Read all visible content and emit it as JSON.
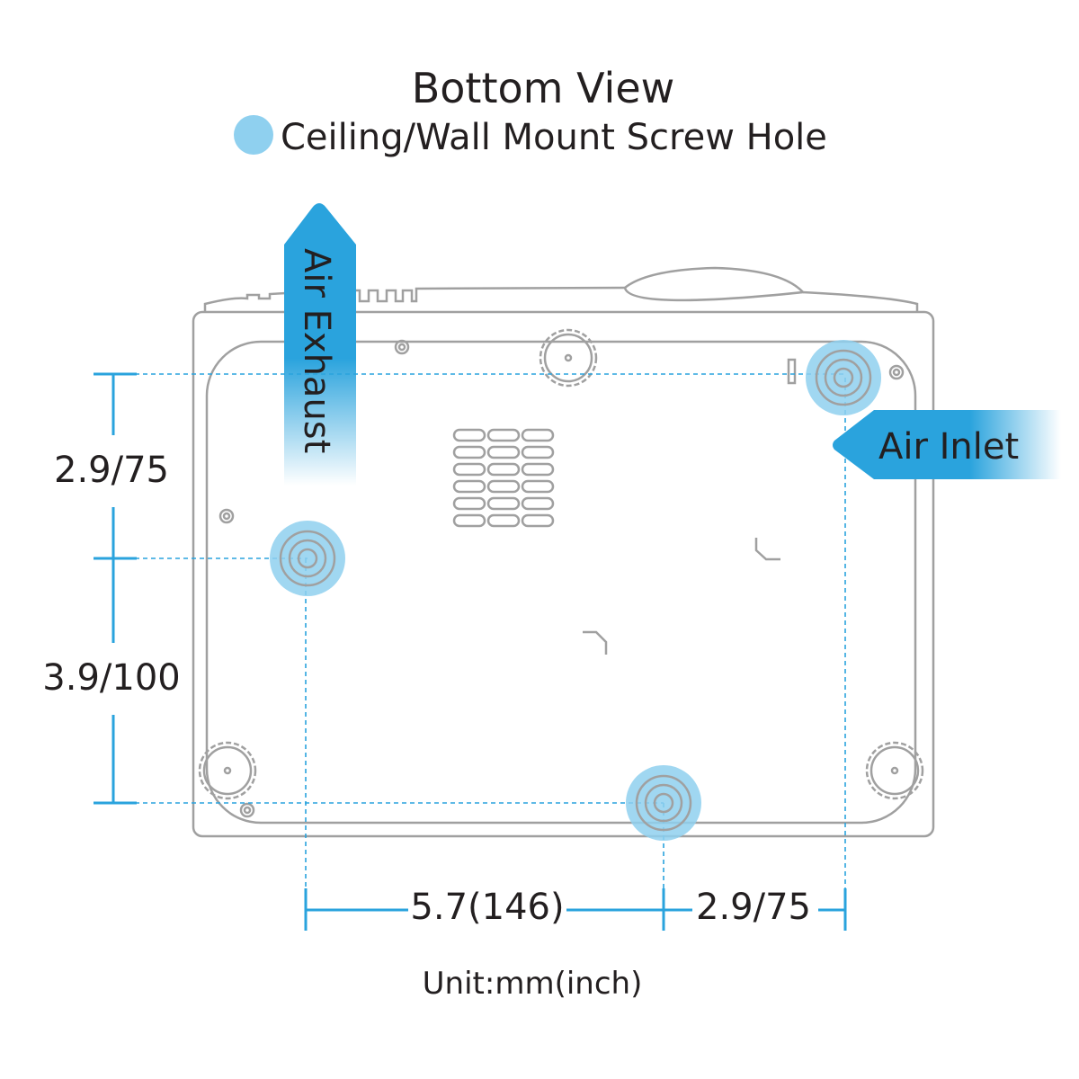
{
  "title": "Bottom View",
  "legend": {
    "label": "Ceiling/Wall Mount Screw Hole",
    "color": "#8fd0ef"
  },
  "labels": {
    "air_exhaust": "Air Exhaust",
    "air_inlet": "Air Inlet"
  },
  "dimensions": {
    "v_top": "2.9/75",
    "v_bottom": "3.9/100",
    "h_left": "5.7(146)",
    "h_right": "2.9/75"
  },
  "unit": "Unit:mm(inch)",
  "colors": {
    "accent": "#2aa3dd",
    "outline": "#a0a0a0"
  }
}
